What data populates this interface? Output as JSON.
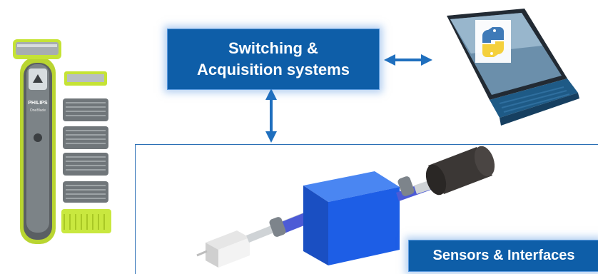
{
  "switching_box": {
    "line1": "Switching &",
    "line2": "Acquisition systems"
  },
  "sensors_box": {
    "label": "Sensors & Interfaces"
  },
  "shaver": {
    "brand": "PHILIPS",
    "model": "OneBlade"
  },
  "colors": {
    "box_blue": "#0e5ea8",
    "arrow_blue": "#1f6fbe",
    "shaver_green": "#c5e335",
    "cube_blue": "#1d5ee6",
    "laptop_blue": "#1e5a86"
  }
}
